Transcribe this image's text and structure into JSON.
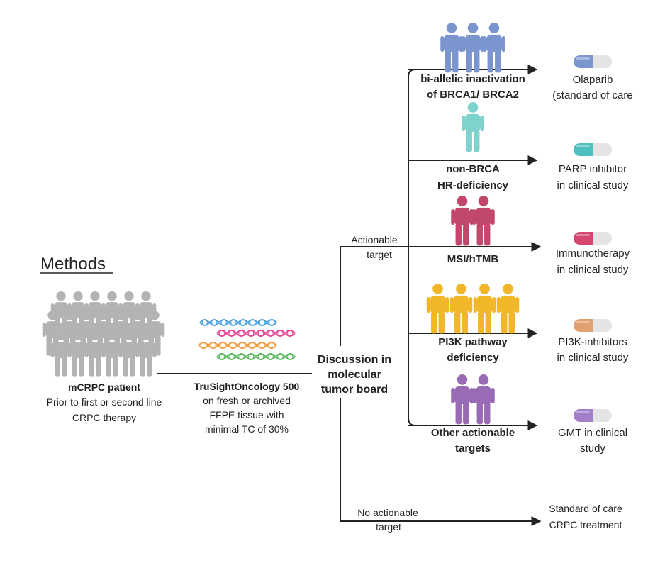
{
  "title": "Methods",
  "patient": {
    "label": "mCRPC patient",
    "line1": "Prior to first or second line",
    "line2": "CRPC therapy"
  },
  "sequencing": {
    "line1": "TruSightOncology 500",
    "line2": "on fresh or archived",
    "line3": "FFPE tissue with",
    "line4": "minimal TC of 30%"
  },
  "board": {
    "line1": "Discussion in",
    "line2": "molecular",
    "line3": "tumor board"
  },
  "actionable": {
    "line1": "Actionable",
    "line2": "target"
  },
  "no_actionable": {
    "line1": "No actionable",
    "line2": "target"
  },
  "branches": [
    {
      "label1": "bi-allelic inactivation",
      "label2": "of BRCA1/ BRCA2",
      "therapy1": "Olaparib",
      "therapy2": "(standard of care",
      "people": 3,
      "person_color": "#7b96cf",
      "pill_color": "#7b96cf"
    },
    {
      "label1": "non-BRCA",
      "label2": "HR-deficiency",
      "therapy1": "PARP inhibitor",
      "therapy2": "in clinical study",
      "people": 1,
      "person_color": "#7fd3cd",
      "pill_color": "#4dbfbf"
    },
    {
      "label1": "MSI/hTMB",
      "label2": "",
      "therapy1": "Immunotherapy",
      "therapy2": "in clinical study",
      "people": 2,
      "person_color": "#c2486b",
      "pill_color": "#d4466f"
    },
    {
      "label1": "PI3K pathway",
      "label2": "deficiency",
      "therapy1": "PI3K-inhibitors",
      "therapy2": "in clinical study",
      "people": 4,
      "person_color": "#f2b62a",
      "pill_color": "#e0a070"
    },
    {
      "label1": "Other actionable",
      "label2": "targets",
      "therapy1": "GMT in clinical",
      "therapy2": "study",
      "people": 2,
      "person_color": "#9a6bb5",
      "pill_color": "#a27fc9"
    }
  ],
  "standard": {
    "line1": "Standard of care",
    "line2": "CRPC treatment"
  },
  "colors": {
    "crowd": "#b3b3b3",
    "pill_grey": "#e4e4e4",
    "dna": [
      "#4aa3df",
      "#e8479a",
      "#f19a3e",
      "#5cb85c"
    ]
  }
}
